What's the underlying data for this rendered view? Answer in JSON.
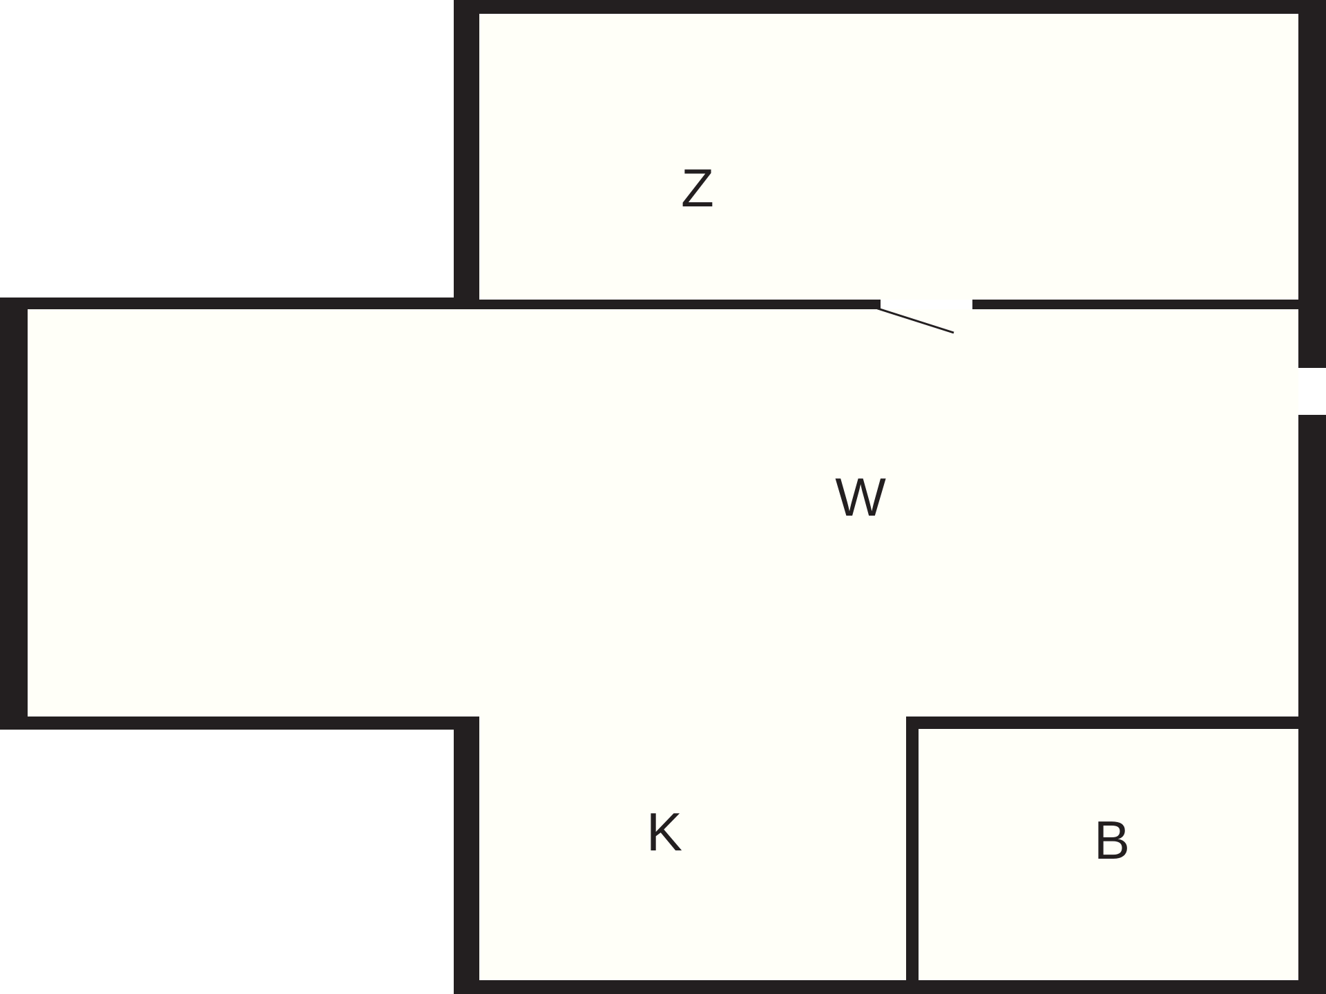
{
  "colors": {
    "wall": "#231f20",
    "floor": "#fffff8",
    "background": "#ffffff",
    "door_leaf": "#ffffff",
    "door_swing": "#231f20"
  },
  "rooms": [
    {
      "id": "z",
      "label": "Z"
    },
    {
      "id": "w",
      "label": "W"
    },
    {
      "id": "k",
      "label": "K"
    },
    {
      "id": "b",
      "label": "B"
    }
  ],
  "icons": {
    "door": "door-icon",
    "window": "window-icon"
  }
}
